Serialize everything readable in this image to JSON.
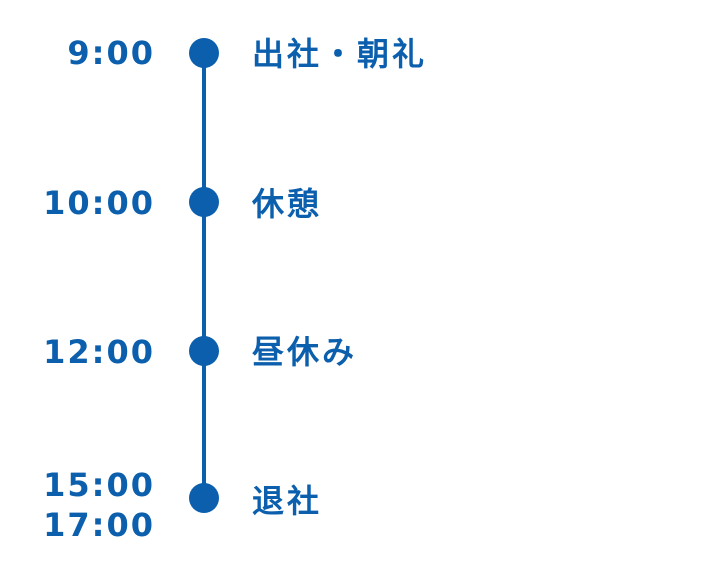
{
  "accent_color": "#0b5fad",
  "schedule": {
    "items": [
      {
        "time": "9:00",
        "label": "出社・朝礼"
      },
      {
        "time": "10:00",
        "label": "休憩"
      },
      {
        "time": "12:00",
        "label": "昼休み"
      },
      {
        "time": "15:00",
        "time2": "17:00",
        "label": "退社"
      }
    ]
  }
}
